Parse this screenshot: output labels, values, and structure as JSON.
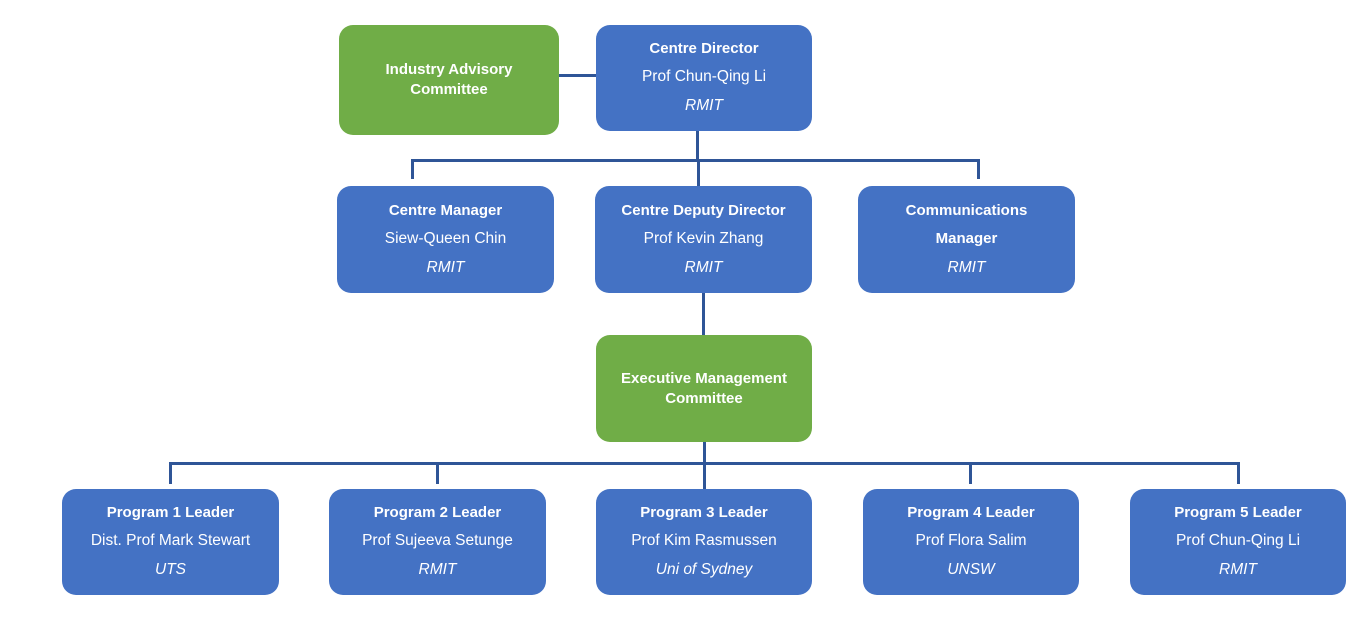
{
  "colors": {
    "role_box": "#4472c4",
    "committee_box": "#70ad47",
    "connector": "#2f5597",
    "text": "#ffffff"
  },
  "top": {
    "industry_advisory": {
      "title": "Industry Advisory Committee"
    },
    "centre_director": {
      "title": "Centre Director",
      "name": "Prof Chun-Qing Li",
      "org": "RMIT"
    }
  },
  "middle": {
    "centre_manager": {
      "title": "Centre Manager",
      "name": "Siew-Queen Chin",
      "org": "RMIT"
    },
    "deputy_director": {
      "title": "Centre Deputy Director",
      "name": "Prof Kevin Zhang",
      "org": "RMIT"
    },
    "communications_manager": {
      "title": "Communications Manager",
      "org": "RMIT"
    }
  },
  "executive": {
    "title": "Executive Management Committee"
  },
  "programs": [
    {
      "title": "Program 1 Leader",
      "name": "Dist. Prof Mark Stewart",
      "org": "UTS"
    },
    {
      "title": "Program 2 Leader",
      "name": "Prof Sujeeva Setunge",
      "org": "RMIT"
    },
    {
      "title": "Program 3 Leader",
      "name": "Prof Kim Rasmussen",
      "org": "Uni of Sydney"
    },
    {
      "title": "Program 4 Leader",
      "name": "Prof Flora Salim",
      "org": "UNSW"
    },
    {
      "title": "Program 5 Leader",
      "name": "Prof Chun-Qing Li",
      "org": "RMIT"
    }
  ]
}
